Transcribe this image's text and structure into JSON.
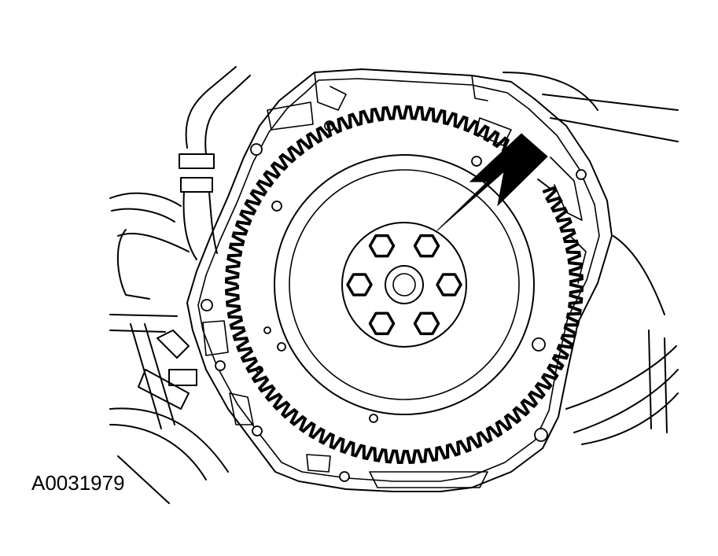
{
  "figure": {
    "id_label": "A0031979"
  },
  "icons": {
    "arrow": "callout-arrow-icon",
    "bolt": "hex-bolt-icon"
  },
  "colors": {
    "line": "#000000",
    "background": "#ffffff"
  },
  "diagram": {
    "ring_gear_teeth": 96,
    "flywheel_bolts": 6
  }
}
